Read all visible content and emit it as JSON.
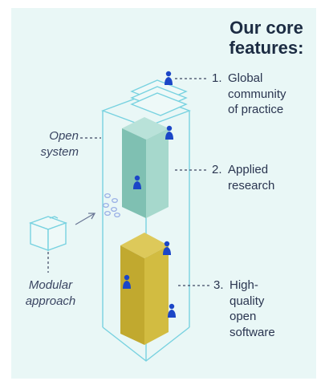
{
  "heading": "Our core\nfeatures:",
  "features": [
    {
      "number": "1.",
      "text": "Global\ncommunity\nof practice"
    },
    {
      "number": "2.",
      "text": "Applied\nresearch"
    },
    {
      "number": "3.",
      "text": "High-\nquality\nopen\nsoftware"
    }
  ],
  "labels": {
    "open_system": "Open\nsystem",
    "modular_approach": "Modular\napproach"
  },
  "colors": {
    "background": "#e9f7f6",
    "outline": "#78d2e0",
    "teal_block": "#9fd2c5",
    "olive_block": "#c9b338",
    "person_icon": "#1b46c7",
    "text": "#2a3550",
    "dashes": "#3d4662"
  },
  "icons": [
    "person-icon",
    "stacked-layers-icon",
    "modular-cube-icon",
    "circles-cluster-icon",
    "arrow-icon"
  ]
}
